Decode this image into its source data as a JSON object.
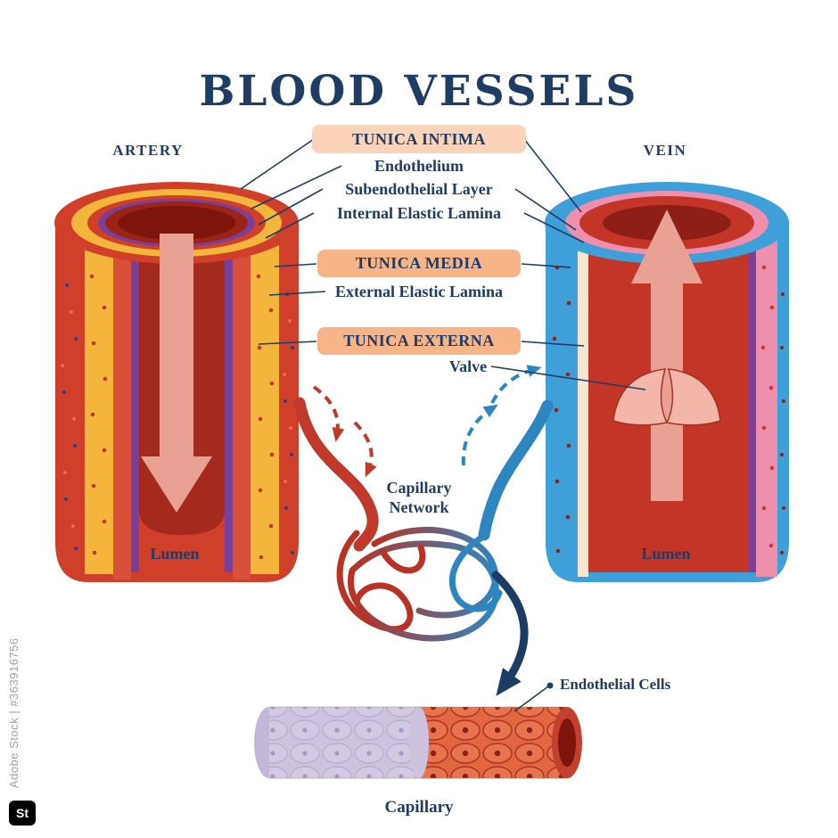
{
  "title": "BLOOD VESSELS",
  "artery": {
    "label": "ARTERY",
    "lumen_label": "Lumen"
  },
  "vein": {
    "label": "VEIN",
    "lumen_label": "Lumen",
    "valve_label": "Valve"
  },
  "wall_layers": {
    "tunica_intima": "TUNICA INTIMA",
    "endothelium": "Endothelium",
    "subendothelial_layer": "Subendothelial Layer",
    "internal_elastic_lamina": "Internal Elastic Lamina",
    "tunica_media": "TUNICA MEDIA",
    "external_elastic_lamina": "External Elastic Lamina",
    "tunica_externa": "TUNICA EXTERNA"
  },
  "capillary": {
    "network_line1": "Capillary",
    "network_line2": "Network",
    "endothelial_cells": "Endothelial Cells",
    "label": "Capillary"
  },
  "watermark": {
    "side_text": "Adobe Stock | #363916756",
    "logo_text": "St"
  },
  "colors": {
    "text_navy": "#1e3c64",
    "box_peach": "#f6b488",
    "box_light_peach": "#fbd3b8",
    "artery_red": "#cf3f2a",
    "artery_lumen_red": "#a32a1c",
    "vein_blue": "#3f9fd9",
    "layer_yellow": "#f3b53c",
    "elastic_purple": "#7a3f98",
    "vein_pink": "#ef8fae",
    "flow_arrow_pink": "#e9a193",
    "capillary_sheath_lavender": "#cdc3de",
    "capillary_wall_orange": "#e2663f"
  }
}
